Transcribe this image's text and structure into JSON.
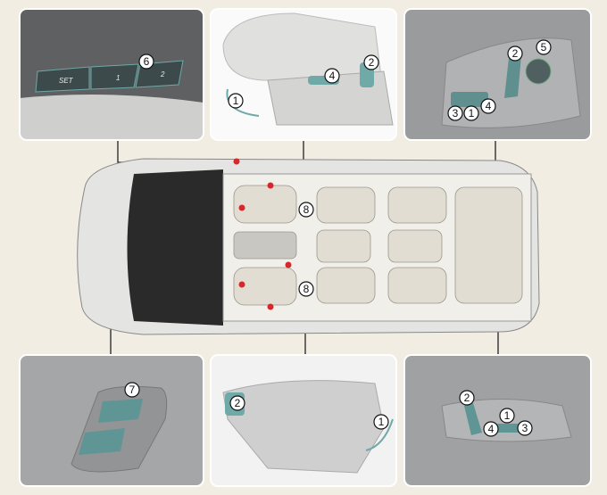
{
  "diagram": {
    "panels": {
      "driver_memory": {
        "callouts": [
          "6"
        ],
        "buttons": [
          "SET",
          "1",
          "2"
        ]
      },
      "driver_seat_side": {
        "callouts": [
          "1",
          "4",
          "2"
        ]
      },
      "driver_switch_panel": {
        "callouts": [
          "2",
          "5",
          "3",
          "1",
          "4"
        ]
      },
      "passenger_door_switch": {
        "callouts": [
          "7"
        ]
      },
      "passenger_seat_side": {
        "callouts": [
          "2",
          "1"
        ]
      },
      "passenger_switch_panel": {
        "callouts": [
          "2",
          "1",
          "4",
          "3"
        ]
      }
    },
    "car": {
      "callouts": [
        "8",
        "8"
      ]
    },
    "colors": {
      "background": "#f1ede3",
      "accent": "#6fa9a8",
      "marker": "#d8262b",
      "panel_dark": "#5d5f61"
    }
  }
}
